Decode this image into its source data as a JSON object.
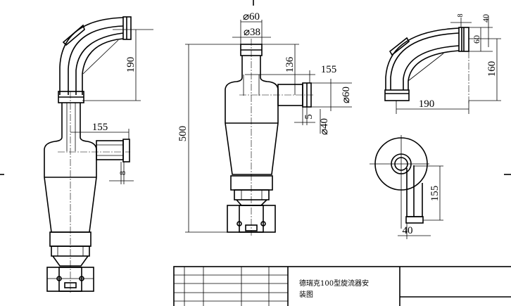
{
  "drawing": {
    "title_line1": "德瑞克100型旋流器安",
    "title_line2": "装图",
    "ink_color": "#000000",
    "paper_color": "#ffffff"
  },
  "front_view_left": {
    "dims": {
      "elbow_height": "190",
      "outlet_offset": "155",
      "flange_thickness": "8"
    }
  },
  "front_view_center": {
    "dims": {
      "top_outer_dia": "⌀60",
      "top_inner_dia": "⌀38",
      "overall_height": "500",
      "outlet_height": "136",
      "outlet_offset": "155",
      "outlet_outer_dia": "⌀60",
      "flange": "5",
      "outlet_inner_dia": "⌀40"
    }
  },
  "elbow_view": {
    "dims": {
      "width": "190",
      "height": "160",
      "pipe_dia": "60",
      "flange_width": "40",
      "flange_thickness": "8"
    }
  },
  "top_view": {
    "dims": {
      "outlet_length": "155",
      "outlet_width": "40"
    }
  }
}
